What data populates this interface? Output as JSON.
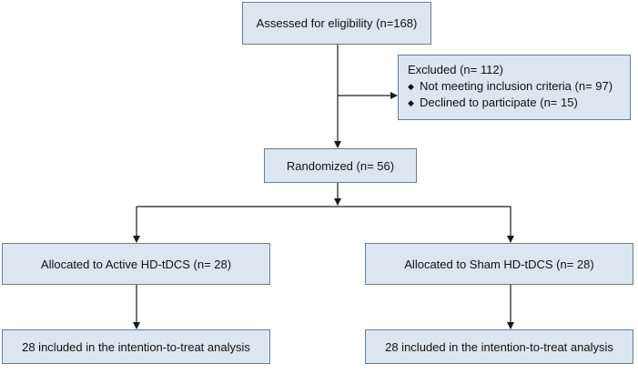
{
  "colors": {
    "box_fill": "#dce6f1",
    "box_border": "#6b7b8f",
    "connector": "#1a1a1a"
  },
  "boxes": {
    "eligibility": "Assessed for eligibility (n=168)",
    "excluded": {
      "title": "Excluded (n= 112)",
      "items": [
        "Not meeting inclusion criteria (n= 97)",
        "Declined to participate (n= 15)"
      ],
      "bullet_icon": "diamond-bullet-icon"
    },
    "randomized": "Randomized (n= 56)",
    "active": "Allocated to Active HD-tDCS (n= 28)",
    "sham": "Allocated to Sham HD-tDCS (n= 28)",
    "itt_active": "28 included in the intention-to-treat analysis",
    "itt_sham": "28 included in the intention-to-treat analysis"
  }
}
